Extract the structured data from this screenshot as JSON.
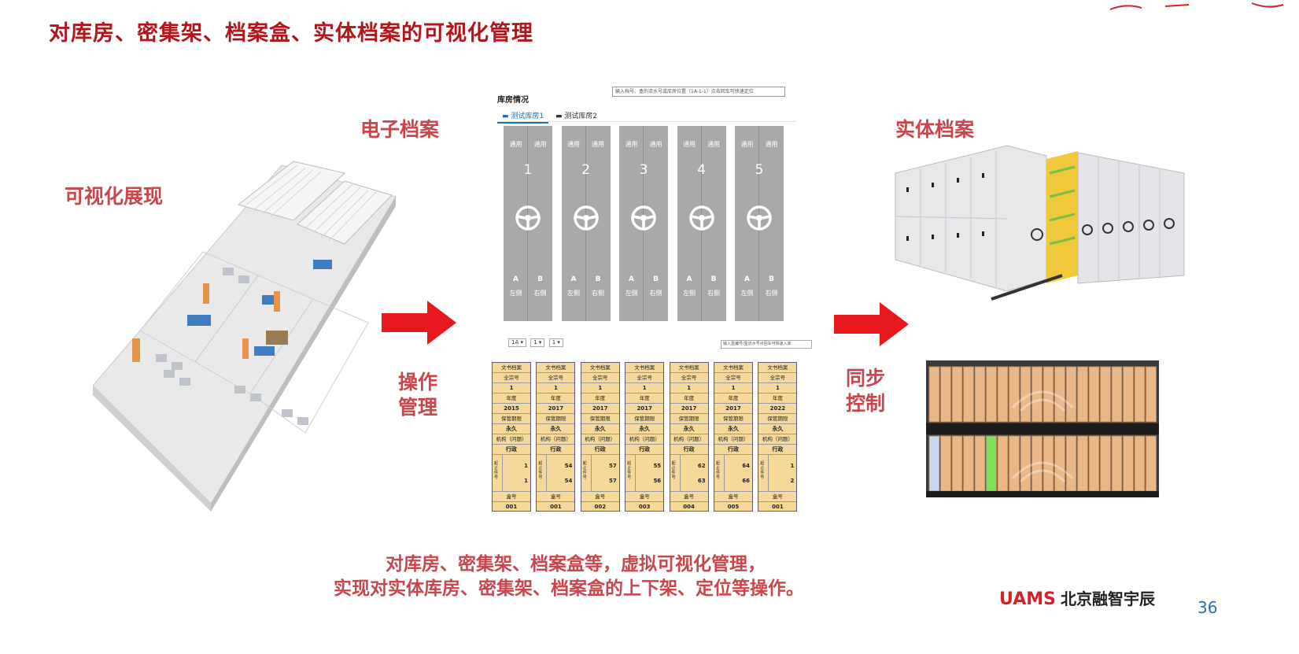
{
  "title": "对库房、密集架、档案盒、实体档案的可视化管理",
  "labels": {
    "visual": "可视化展现",
    "electronic": "电子档案",
    "physical": "实体档案",
    "operate_1": "操作",
    "operate_2": "管理",
    "sync_1": "同步",
    "sync_2": "控制"
  },
  "warehouse": {
    "title": "库房情况",
    "search_placeholder": "输入档号、盒的流水号或库房位置（1A-1-1）点击回车可快速定位",
    "tabs": [
      {
        "label": "测试库房1",
        "active": true,
        "icon": "folder-open-icon"
      },
      {
        "label": "测试库房2",
        "active": false,
        "icon": "folder-icon"
      }
    ],
    "shelves": [
      {
        "number": "1",
        "top_left": "通用",
        "top_right": "通用",
        "a": "A",
        "b": "B",
        "left_side": "左侧",
        "right_side": "右侧"
      },
      {
        "number": "2",
        "top_left": "通用",
        "top_right": "通用",
        "a": "A",
        "b": "B",
        "left_side": "左侧",
        "right_side": "右侧"
      },
      {
        "number": "3",
        "top_left": "通用",
        "top_right": "通用",
        "a": "A",
        "b": "B",
        "left_side": "左侧",
        "right_side": "右侧"
      },
      {
        "number": "4",
        "top_left": "通用",
        "top_right": "通用",
        "a": "A",
        "b": "B",
        "left_side": "左侧",
        "right_side": "右侧"
      },
      {
        "number": "5",
        "top_left": "通用",
        "top_right": "通用",
        "a": "A",
        "b": "B",
        "left_side": "左侧",
        "right_side": "右侧"
      }
    ]
  },
  "box_panel": {
    "selects": [
      "1A",
      "1",
      "1"
    ],
    "search_placeholder": "输入盒编号/盒流水号点回车可快速入库",
    "field_labels": {
      "category": "文书档案",
      "fonds": "全宗号",
      "year": "年度",
      "retention": "保管期限",
      "org": "机构（问题）",
      "range": "起止件号",
      "box_no": "盒号"
    },
    "boxes": [
      {
        "category": "文书档案",
        "fonds": "1",
        "year": "2015",
        "retention": "永久",
        "org": "行政",
        "start": "1",
        "end": "1",
        "box": "001"
      },
      {
        "category": "文书档案",
        "fonds": "1",
        "year": "2017",
        "retention": "永久",
        "org": "行政",
        "start": "54",
        "end": "54",
        "box": "001"
      },
      {
        "category": "文书档案",
        "fonds": "1",
        "year": "2017",
        "retention": "永久",
        "org": "行政",
        "start": "57",
        "end": "57",
        "box": "002"
      },
      {
        "category": "文书档案",
        "fonds": "1",
        "year": "2017",
        "retention": "永久",
        "org": "行政",
        "start": "55",
        "end": "56",
        "box": "003"
      },
      {
        "category": "文书档案",
        "fonds": "1",
        "year": "2017",
        "retention": "永久",
        "org": "行政",
        "start": "62",
        "end": "63",
        "box": "004"
      },
      {
        "category": "文书档案",
        "fonds": "1",
        "year": "2017",
        "retention": "永久",
        "org": "行政",
        "start": "64",
        "end": "66",
        "box": "005"
      },
      {
        "category": "文书档案",
        "fonds": "1",
        "year": "2022",
        "retention": "永久",
        "org": "行政",
        "start": "1",
        "end": "2",
        "box": "001"
      }
    ]
  },
  "bottom_text_1": "对库房、密集架、档案盒等，虚拟可视化管理，",
  "bottom_text_2": "实现对实体库房、密集架、档案盒的上下架、定位等操作。",
  "brand": {
    "logo": "UAMS",
    "name": "北京融智宇辰"
  },
  "page_number": "36",
  "colors": {
    "title": "#b0161c",
    "label": "#c9464c",
    "arrow": "#e8191c",
    "shelf": "#a9a9a9",
    "box": "#f6d99a",
    "tab_active": "#1a6fb8"
  }
}
